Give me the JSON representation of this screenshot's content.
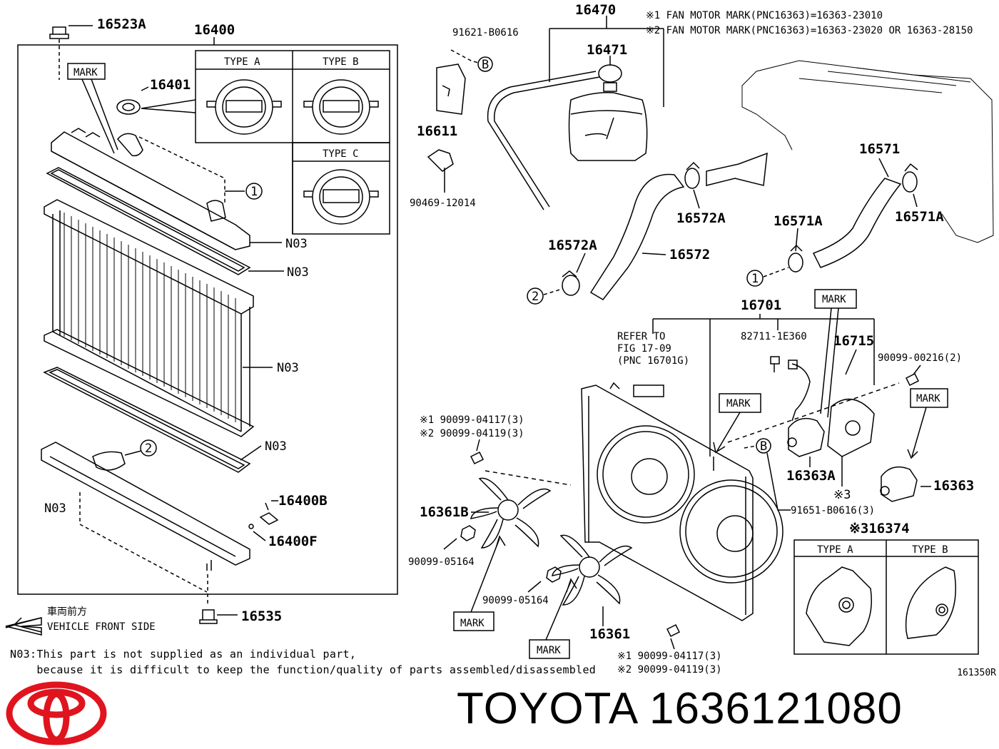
{
  "diagram": {
    "notes_top": [
      "※1 FAN MOTOR MARK(PNC16363)=16363-23010",
      "※2 FAN MOTOR MARK(PNC16363)=16363-23020 OR 16363-28150"
    ],
    "radiator_cap_types": [
      "TYPE A",
      "TYPE B",
      "TYPE C"
    ],
    "shroud_types": [
      "TYPE A",
      "TYPE B"
    ],
    "mark_label": "MARK",
    "vehicle_front_jp": "車両前方",
    "vehicle_front_en": "VEHICLE FRONT SIDE",
    "refer_lines": [
      "REFER TO",
      "FIG 17-09",
      "(PNC 16701G)"
    ],
    "footnote": [
      "N03:This part is not supplied as an individual part,",
      "    because it is difficult to keep the function/quality of parts assembled/disassembled"
    ],
    "figure_code": "161350R",
    "callouts": {
      "c16523A": "16523A",
      "c16400": "16400",
      "c16401": "16401",
      "c16400B": "16400B",
      "c16400F": "16400F",
      "c16535": "16535",
      "c16470": "16470",
      "c16471": "16471",
      "c91621": "91621-B0616",
      "c16611": "16611",
      "c90469": "90469-12014",
      "c16571": "16571",
      "c16572A_1": "16572A",
      "c16572A_2": "16572A",
      "c16572": "16572",
      "c16571A_1": "16571A",
      "c16571A_2": "16571A",
      "c16701": "16701",
      "c82711": "82711-1E360",
      "c16715": "16715",
      "c90099_00216": "90099-00216(2)",
      "c16363A": "16363A",
      "c16363": "16363",
      "c91651": "91651-B0616(3)",
      "c16374": "※316374",
      "c_s3": "※3",
      "c16361B": "16361B",
      "c16361": "16361",
      "c90099_05164_1": "90099-05164",
      "c90099_05164_2": "90099-05164",
      "c04117_top": "※1 90099-04117(3)",
      "c04119_top": "※2 90099-04119(3)",
      "c04117_bot": "※1 90099-04117(3)",
      "c04119_bot": "※2 90099-04119(3)",
      "n03": "N03",
      "circ1": "1",
      "circ2": "2",
      "circB": "B"
    }
  },
  "brand": {
    "name": "TOYOTA",
    "part_number": "1636121080"
  }
}
